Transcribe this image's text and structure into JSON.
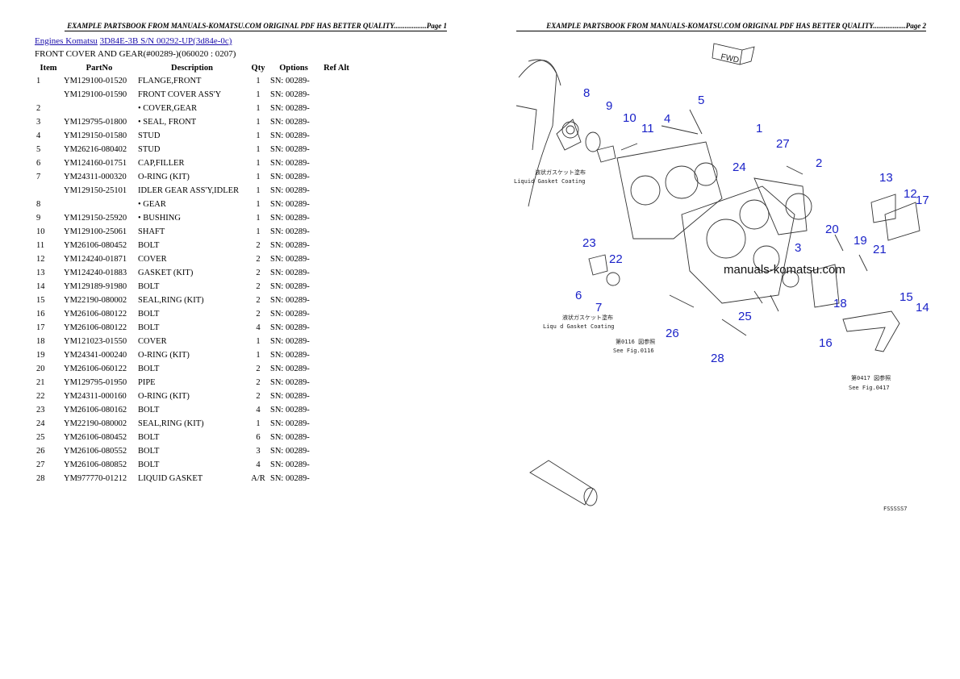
{
  "page_headers": [
    "EXAMPLE PARTSBOOK FROM MANUALS-KOMATSU.COM ORIGINAL PDF HAS BETTER QUALITY..................Page 1",
    "EXAMPLE PARTSBOOK FROM MANUALS-KOMATSU.COM ORIGINAL PDF HAS BETTER QUALITY..................Page 2"
  ],
  "breadcrumb": {
    "link1": "Engines Komatsu",
    "link2": "3D84E-3B S/N 00292-UP(3d84e-0c)"
  },
  "subtitle": "FRONT COVER AND GEAR(#00289-)(060020 : 0207)",
  "table": {
    "headers": [
      "Item",
      "PartNo",
      "Description",
      "Qty",
      "Options",
      "Ref Alt"
    ],
    "rows": [
      [
        "1",
        "YM129100-01520",
        "FLANGE,FRONT",
        "1",
        "SN: 00289-",
        ""
      ],
      [
        "",
        "YM129100-01590",
        "FRONT COVER ASS'Y",
        "1",
        "SN: 00289-",
        ""
      ],
      [
        "2",
        "",
        "• COVER,GEAR",
        "1",
        "SN: 00289-",
        ""
      ],
      [
        "3",
        "YM129795-01800",
        "• SEAL, FRONT",
        "1",
        "SN: 00289-",
        ""
      ],
      [
        "4",
        "YM129150-01580",
        "STUD",
        "1",
        "SN: 00289-",
        ""
      ],
      [
        "5",
        "YM26216-080402",
        "STUD",
        "1",
        "SN: 00289-",
        ""
      ],
      [
        "6",
        "YM124160-01751",
        "CAP,FILLER",
        "1",
        "SN: 00289-",
        ""
      ],
      [
        "7",
        "YM24311-000320",
        "O-RING (KIT)",
        "1",
        "SN: 00289-",
        ""
      ],
      [
        "",
        "YM129150-25101",
        "IDLER GEAR ASS'Y,IDLER",
        "1",
        "SN: 00289-",
        ""
      ],
      [
        "8",
        "",
        "• GEAR",
        "1",
        "SN: 00289-",
        ""
      ],
      [
        "9",
        "YM129150-25920",
        "• BUSHING",
        "1",
        "SN: 00289-",
        ""
      ],
      [
        "10",
        "YM129100-25061",
        "SHAFT",
        "1",
        "SN: 00289-",
        ""
      ],
      [
        "11",
        "YM26106-080452",
        "BOLT",
        "2",
        "SN: 00289-",
        ""
      ],
      [
        "12",
        "YM124240-01871",
        "COVER",
        "2",
        "SN: 00289-",
        ""
      ],
      [
        "13",
        "YM124240-01883",
        "GASKET (KIT)",
        "2",
        "SN: 00289-",
        ""
      ],
      [
        "14",
        "YM129189-91980",
        "BOLT",
        "2",
        "SN: 00289-",
        ""
      ],
      [
        "15",
        "YM22190-080002",
        "SEAL,RING (KIT)",
        "2",
        "SN: 00289-",
        ""
      ],
      [
        "16",
        "YM26106-080122",
        "BOLT",
        "2",
        "SN: 00289-",
        ""
      ],
      [
        "17",
        "YM26106-080122",
        "BOLT",
        "4",
        "SN: 00289-",
        ""
      ],
      [
        "18",
        "YM121023-01550",
        "COVER",
        "1",
        "SN: 00289-",
        ""
      ],
      [
        "19",
        "YM24341-000240",
        "O-RING (KIT)",
        "1",
        "SN: 00289-",
        ""
      ],
      [
        "20",
        "YM26106-060122",
        "BOLT",
        "2",
        "SN: 00289-",
        ""
      ],
      [
        "21",
        "YM129795-01950",
        "PIPE",
        "2",
        "SN: 00289-",
        ""
      ],
      [
        "22",
        "YM24311-000160",
        "O-RING (KIT)",
        "2",
        "SN: 00289-",
        ""
      ],
      [
        "23",
        "YM26106-080162",
        "BOLT",
        "4",
        "SN: 00289-",
        ""
      ],
      [
        "24",
        "YM22190-080002",
        "SEAL,RING (KIT)",
        "1",
        "SN: 00289-",
        ""
      ],
      [
        "25",
        "YM26106-080452",
        "BOLT",
        "6",
        "SN: 00289-",
        ""
      ],
      [
        "26",
        "YM26106-080552",
        "BOLT",
        "3",
        "SN: 00289-",
        ""
      ],
      [
        "27",
        "YM26106-080852",
        "BOLT",
        "4",
        "SN: 00289-",
        ""
      ],
      [
        "28",
        "YM977770-01212",
        "LIQUID GASKET",
        "A/R",
        "SN: 00289-",
        ""
      ]
    ]
  },
  "diagram": {
    "fwd_label": "FWD",
    "watermark": "manuals-komatsu.com",
    "note_gasket_jp": "液状ガスケット塗布",
    "note_gasket_en": "Liquid Gasket Coating",
    "note_gasket2_en": "Liqu d Gasket Coating",
    "note_fig116_jp": "第0116 図参照",
    "note_fig116_en": "See Fig.0116",
    "note_fig417_jp": "第0417 図参照",
    "note_fig417_en": "See Fig.0417",
    "corner_code": "FSSSSS7",
    "callouts": [
      "1",
      "2",
      "3",
      "4",
      "5",
      "6",
      "7",
      "8",
      "9",
      "10",
      "11",
      "12",
      "13",
      "15",
      "16",
      "18",
      "19",
      "20",
      "21",
      "22",
      "23",
      "24",
      "25",
      "26",
      "27",
      "28",
      "17",
      "14"
    ],
    "callout_color": "#1a22c8"
  }
}
